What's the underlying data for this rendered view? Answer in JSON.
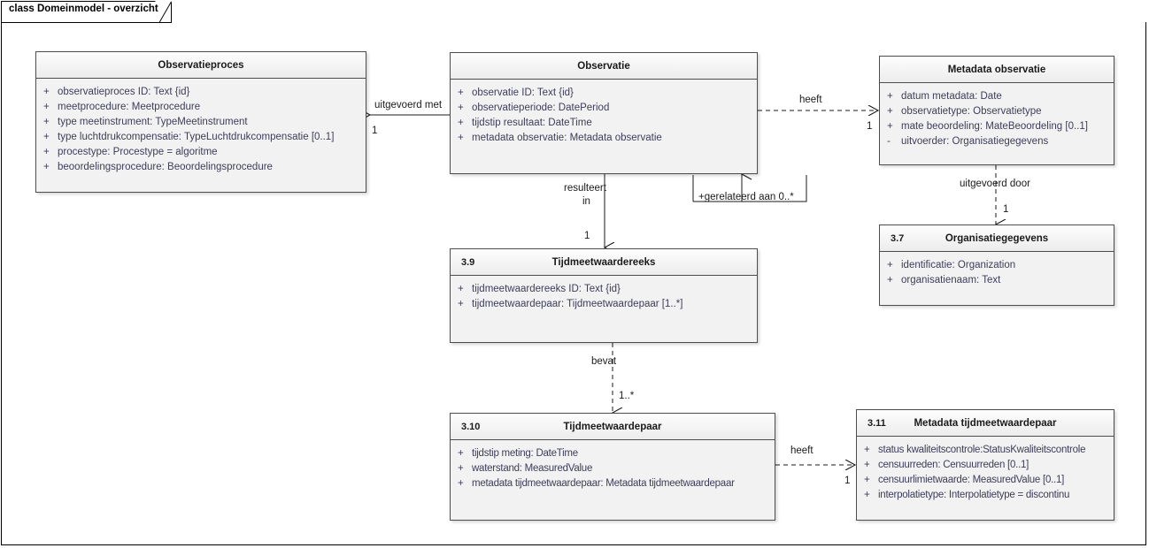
{
  "diagram": {
    "frame_label": "class Domeinmodel - overzicht",
    "type": "uml-class-diagram",
    "colors": {
      "box_fill": "#f2f2f2",
      "box_border": "#4d4d4d",
      "header_fill": "#f4f4f4",
      "attribute_text": "#3d3d59",
      "title_text": "#1a1a1a",
      "line": "#1a1a1a",
      "background": "#ffffff"
    }
  },
  "classes": [
    {
      "id": "observatieproces",
      "number": "",
      "title": "Observatieproces",
      "attributes": [
        {
          "visibility": "+",
          "text": "observatieproces ID: Text {id}"
        },
        {
          "visibility": "+",
          "text": "meetprocedure: Meetprocedure"
        },
        {
          "visibility": "+",
          "text": "type meetinstrument: TypeMeetinstrument"
        },
        {
          "visibility": "+",
          "text": "type luchtdrukcompensatie: TypeLuchtdrukcompensatie [0..1]"
        },
        {
          "visibility": "+",
          "text": "procestype: Procestype = algoritme"
        },
        {
          "visibility": "+",
          "text": "beoordelingsprocedure: Beoordelingsprocedure"
        }
      ]
    },
    {
      "id": "observatie",
      "number": "",
      "title": "Observatie",
      "attributes": [
        {
          "visibility": "+",
          "text": "observatie ID: Text {id}"
        },
        {
          "visibility": "+",
          "text": "observatieperiode: DatePeriod"
        },
        {
          "visibility": "+",
          "text": "tijdstip resultaat: DateTime"
        },
        {
          "visibility": "+",
          "text": "metadata observatie: Metadata observatie"
        }
      ]
    },
    {
      "id": "metadata-observatie",
      "number": "",
      "title": "Metadata observatie",
      "attributes": [
        {
          "visibility": "+",
          "text": "datum metadata: Date"
        },
        {
          "visibility": "+",
          "text": "observatietype: Observatietype"
        },
        {
          "visibility": "+",
          "text": "mate beoordeling: MateBeoordeling [0..1]"
        },
        {
          "visibility": "-",
          "text": "uitvoerder: Organisatiegegevens"
        }
      ]
    },
    {
      "id": "organisatiegegevens",
      "number": "3.7",
      "title": "Organisatiegegevens",
      "attributes": [
        {
          "visibility": "+",
          "text": "identificatie: Organization"
        },
        {
          "visibility": "+",
          "text": "organisatienaam: Text"
        }
      ]
    },
    {
      "id": "tijdmeetwaardereeks",
      "number": "3.9",
      "title": "Tijdmeetwaardereeks",
      "attributes": [
        {
          "visibility": "+",
          "text": "tijdmeetwaardereeks ID: Text {id}"
        },
        {
          "visibility": "+",
          "text": "tijdmeetwaardepaar: Tijdmeetwaardepaar [1..*]"
        }
      ]
    },
    {
      "id": "tijdmeetwaardepaar",
      "number": "3.10",
      "title": "Tijdmeetwaardepaar",
      "attributes": [
        {
          "visibility": "+",
          "text": "tijdstip meting: DateTime"
        },
        {
          "visibility": "+",
          "text": "waterstand: MeasuredValue"
        },
        {
          "visibility": "+",
          "text": "metadata tijdmeetwaardepaar: Metadata tijdmeetwaardepaar"
        }
      ]
    },
    {
      "id": "metadata-tijdmeetwaardepaar",
      "number": "3.11",
      "title": "Metadata tijdmeetwaardepaar",
      "attributes": [
        {
          "visibility": "+",
          "text": "status kwaliteitscontrole:StatusKwaliteitscontrole"
        },
        {
          "visibility": "+",
          "text": "censuurreden: Censuurreden [0..1]"
        },
        {
          "visibility": "+",
          "text": "censuurlimietwaarde: MeasuredValue [0..1]"
        },
        {
          "visibility": "+",
          "text": "interpolatietype: Interpolatietype = discontinu"
        }
      ]
    }
  ],
  "relations": [
    {
      "id": "uitgevoerd-met",
      "label": "uitgevoerd met",
      "source_multiplicity": "",
      "target_multiplicity": "1",
      "style": "solid",
      "arrow": "open"
    },
    {
      "id": "heeft-metadata-observatie",
      "label": "heeft",
      "source_multiplicity": "",
      "target_multiplicity": "1",
      "style": "dashed",
      "arrow": "open"
    },
    {
      "id": "gerelateerd-aan",
      "label": "+gerelateerd aan 0..*",
      "source_multiplicity": "",
      "target_multiplicity": "",
      "style": "solid",
      "arrow": "open"
    },
    {
      "id": "resulteert-in",
      "label_line1": "resulteert",
      "label_line2": "in",
      "source_multiplicity": "",
      "target_multiplicity": "1",
      "style": "solid",
      "arrow": "open"
    },
    {
      "id": "uitgevoerd-door",
      "label": "uitgevoerd door",
      "source_multiplicity": "",
      "target_multiplicity": "1",
      "style": "dashed",
      "arrow": "open"
    },
    {
      "id": "bevat",
      "label": "bevat",
      "source_multiplicity": "",
      "target_multiplicity": "1..*",
      "style": "dashed",
      "arrow": "open"
    },
    {
      "id": "heeft-metadata-tijdmeetwaardepaar",
      "label": "heeft",
      "source_multiplicity": "",
      "target_multiplicity": "1",
      "style": "dashed",
      "arrow": "open"
    }
  ]
}
